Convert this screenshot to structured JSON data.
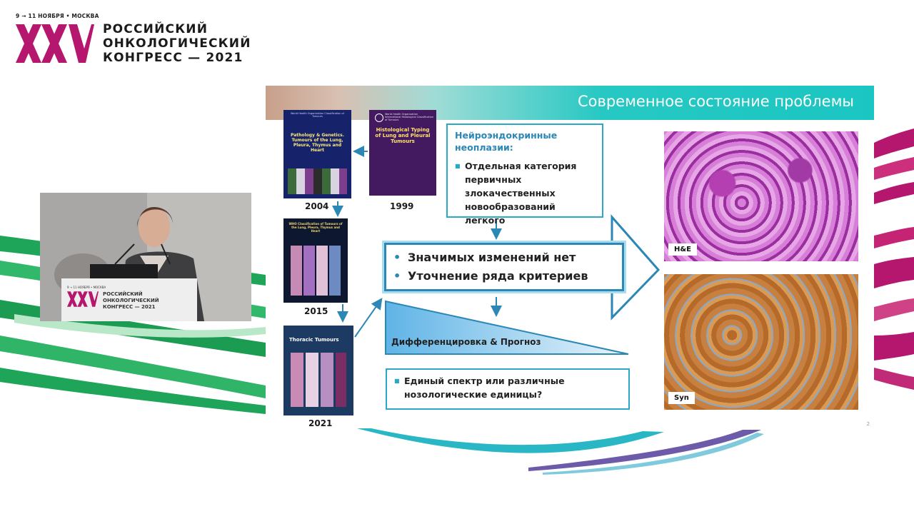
{
  "congress": {
    "date_line": "9 → 11 НОЯБРЯ • МОСКВА",
    "numeral": "XXV",
    "title_lines": [
      "РОССИЙСКИЙ",
      "ОНКОЛОГИЧЕСКИЙ",
      "КОНГРЕСС — 2021"
    ]
  },
  "video": {
    "podium_numeral": "XXV",
    "podium_date": "9 → 11 НОЯБРЯ • МОСКВА",
    "podium_title_lines": [
      "РОССИЙСКИЙ",
      "ОНКОЛОГИЧЕСКИЙ",
      "КОНГРЕСС — 2021"
    ]
  },
  "slide": {
    "title": "Современное состояние проблемы",
    "books": [
      {
        "year": "2004",
        "cover_title": "Pathology & Genetics. Tumours of the Lung, Pleura, Thymus and Heart",
        "cover_org": "World Health Organization Classification of Tumours"
      },
      {
        "year": "1999",
        "cover_title": "Histological Typing of Lung and Pleural Tumours",
        "cover_org": "World Health Organization International Histological Classification of Tumours"
      },
      {
        "year": "2015",
        "cover_title": "WHO Classification of Tumours of the Lung, Pleura, Thymus and Heart"
      },
      {
        "year": "2021",
        "cover_title": "Thoracic Tumours"
      }
    ],
    "neuro_box": {
      "title_lines": [
        "Нейроэндокринные",
        "неоплазии:"
      ],
      "bullet_lines": [
        "Отдельная категория",
        "первичных",
        "злокачественных",
        "новообразований легкого"
      ]
    },
    "main_points": [
      "Значимых изменений нет",
      "Уточнение ряда критериев"
    ],
    "triangle_label": "Дифференцировка & Прогноз",
    "question_lines": [
      "Единый спектр или различные",
      "нозологические единицы?"
    ],
    "micro_labels": [
      "H&E",
      "Syn"
    ],
    "page_number": "2"
  },
  "colors": {
    "accent_teal": "#2aa9c7",
    "title_blue": "#2b87b6",
    "congress_magenta": "#b5166e",
    "ribbon_green": "#1fa55a"
  }
}
